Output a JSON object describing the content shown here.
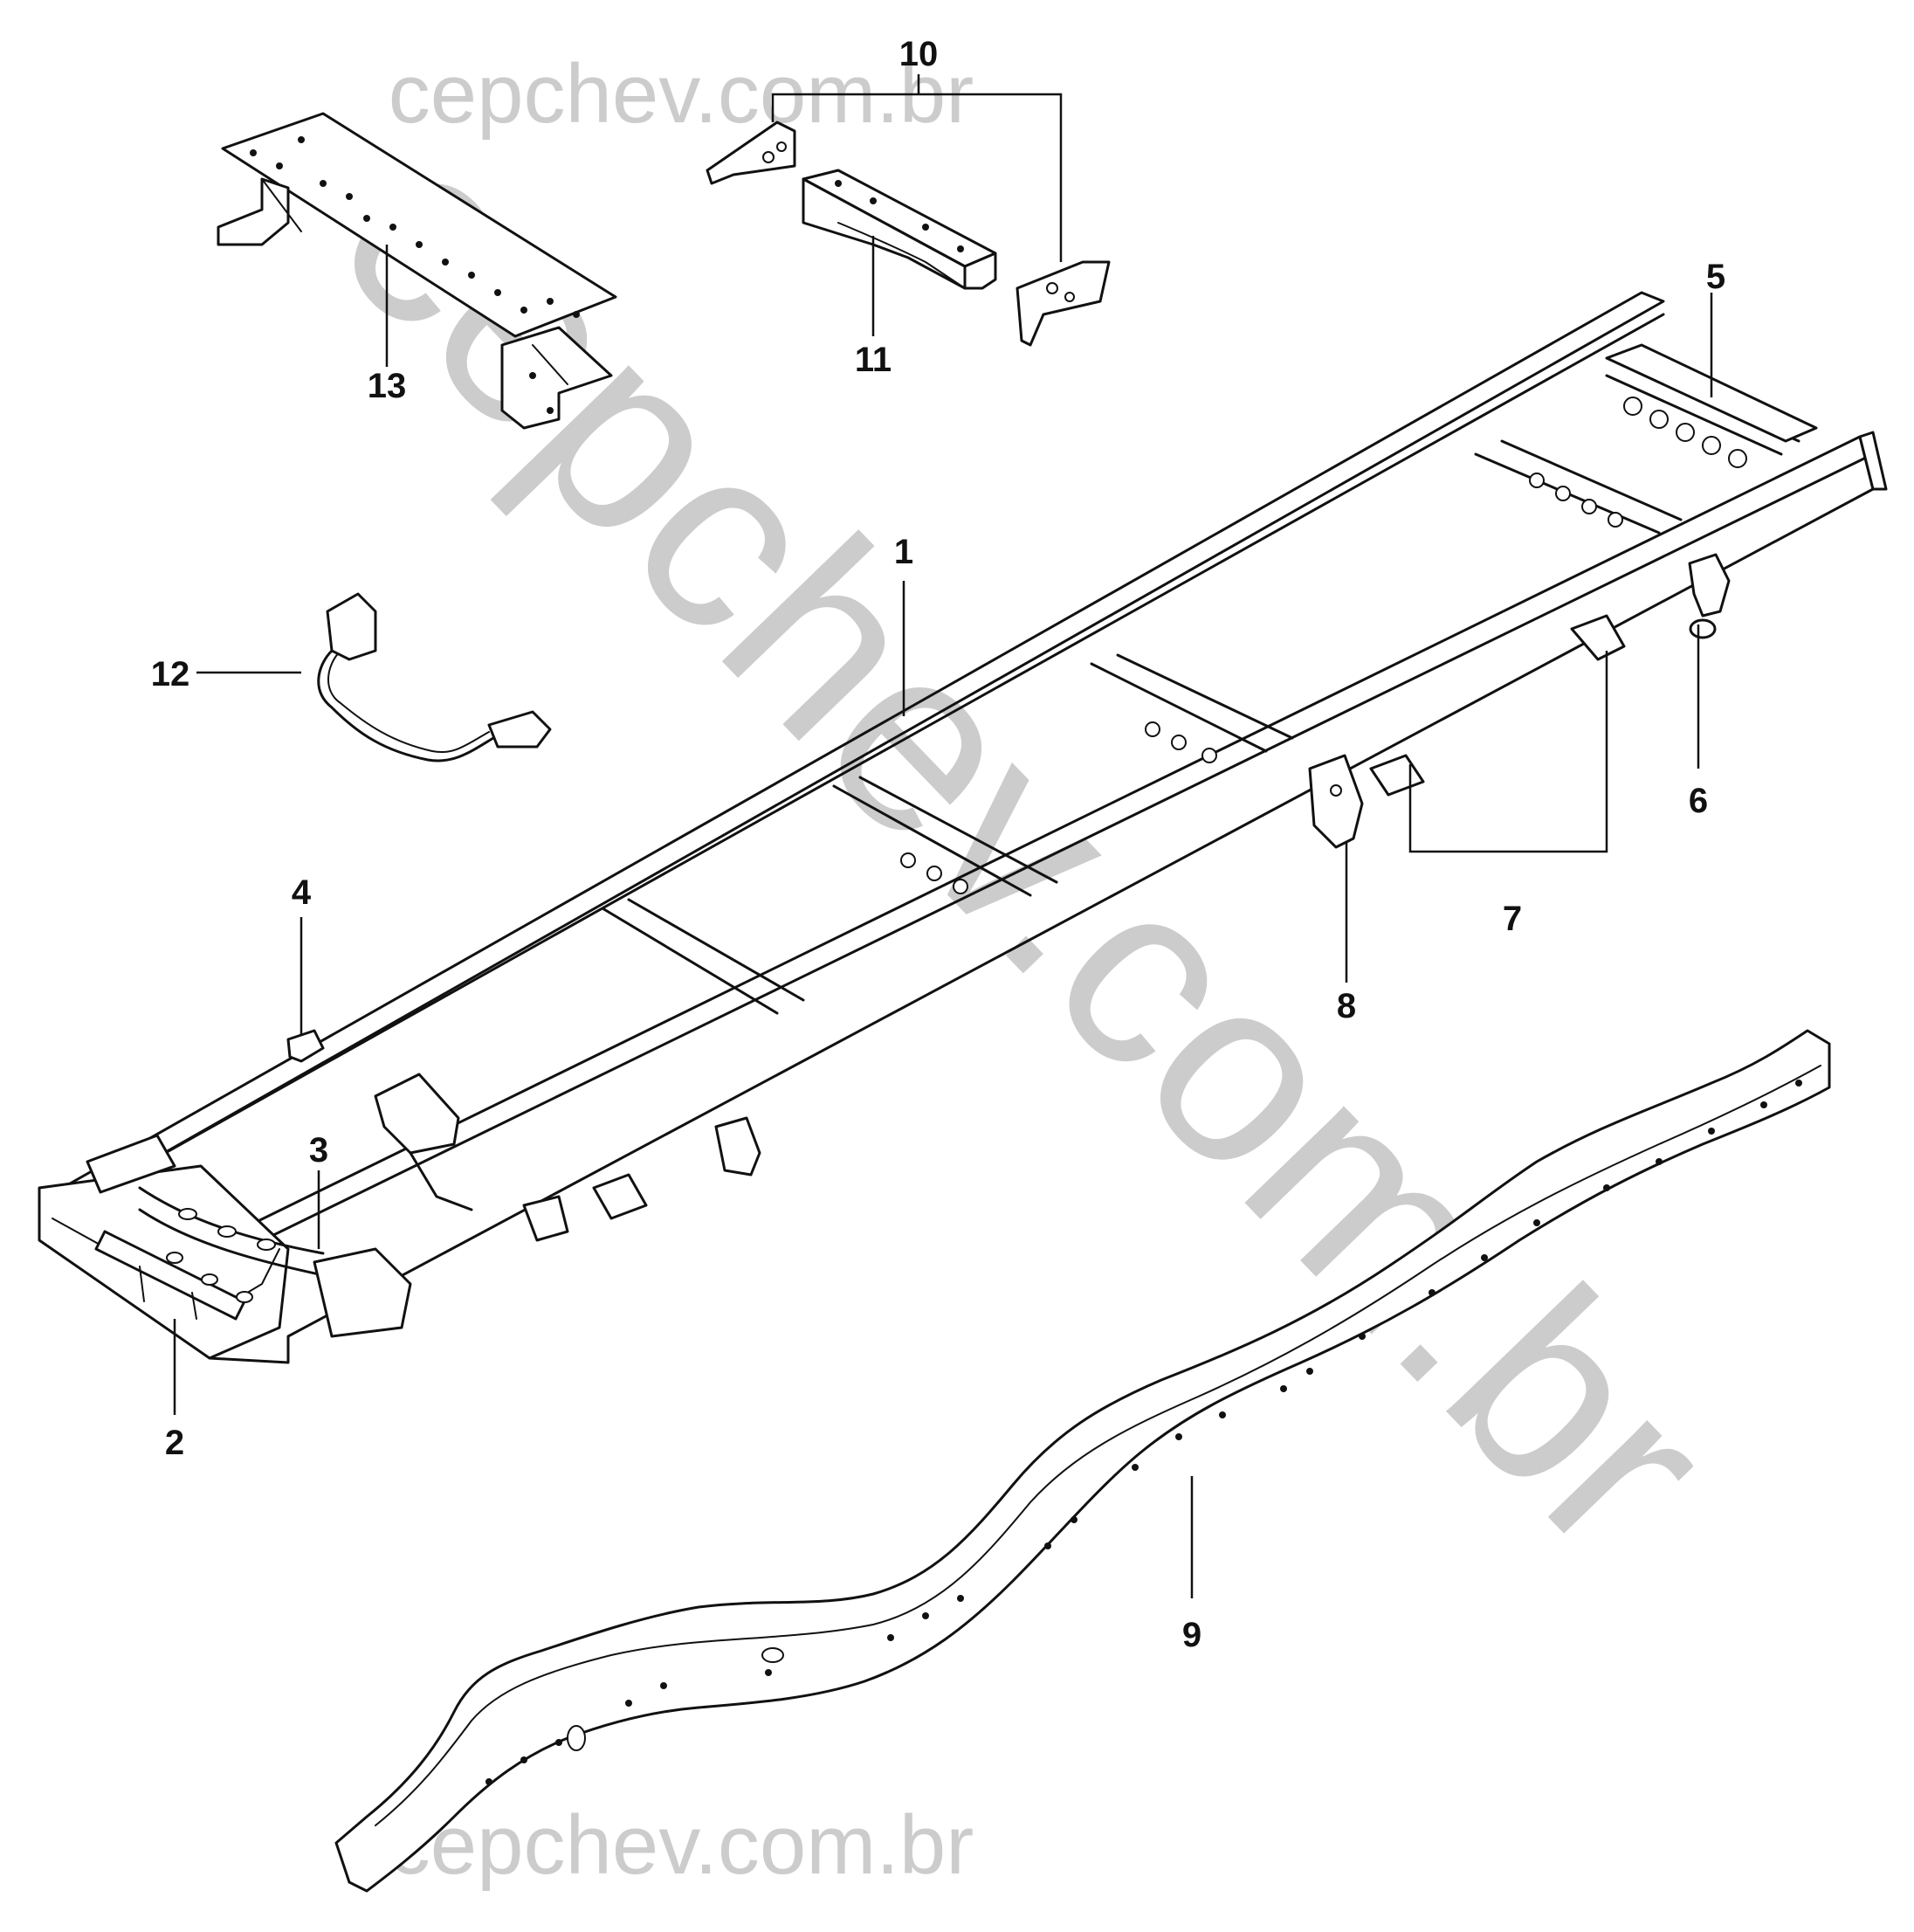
{
  "watermark": {
    "top_text": "cepchev.com.br",
    "bottom_text": "cepchev.com.br",
    "diagonal_text": "cepchev.com.br"
  },
  "callouts": [
    {
      "id": "1",
      "label": "1"
    },
    {
      "id": "2",
      "label": "2"
    },
    {
      "id": "3",
      "label": "3"
    },
    {
      "id": "4",
      "label": "4"
    },
    {
      "id": "5",
      "label": "5"
    },
    {
      "id": "6",
      "label": "6"
    },
    {
      "id": "7",
      "label": "7"
    },
    {
      "id": "8",
      "label": "8"
    },
    {
      "id": "9",
      "label": "9"
    },
    {
      "id": "10",
      "label": "10"
    },
    {
      "id": "11",
      "label": "11"
    },
    {
      "id": "12",
      "label": "12"
    },
    {
      "id": "13",
      "label": "13"
    }
  ]
}
